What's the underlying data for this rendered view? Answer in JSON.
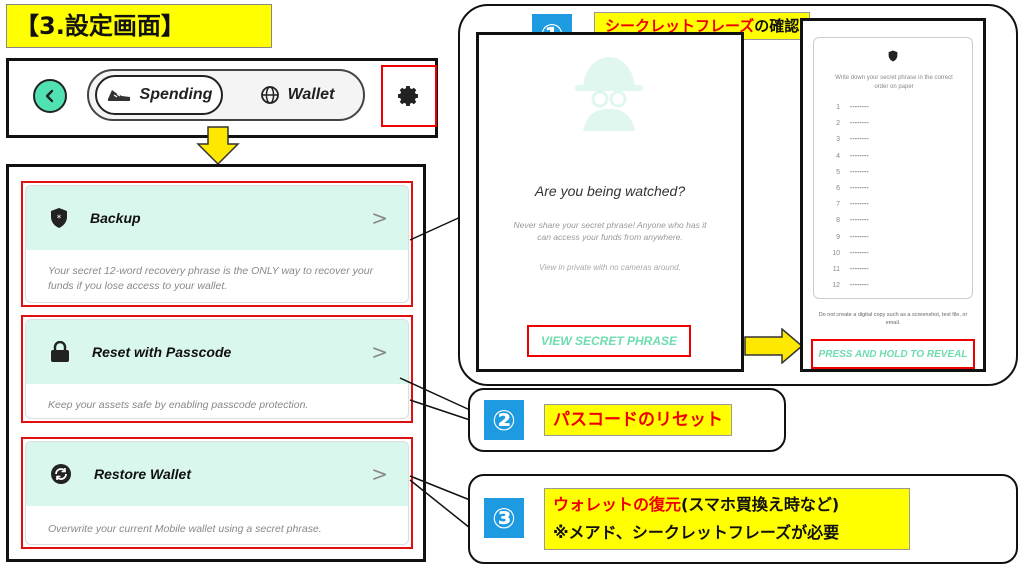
{
  "title": "【3.設定画面】",
  "topbar": {
    "back_icon": "chevron-left-icon",
    "spending_label": "Spending",
    "wallet_label": "Wallet",
    "gear_icon": "gear-icon"
  },
  "settings": [
    {
      "label": "Backup",
      "icon": "shield-icon",
      "description": "Your secret 12-word recovery phrase is the ONLY way to recover your funds if you lose access to your wallet."
    },
    {
      "label": "Reset with Passcode",
      "icon": "lock-icon",
      "description": "Keep your assets safe by enabling passcode protection."
    },
    {
      "label": "Restore Wallet",
      "icon": "refresh-icon",
      "description": "Overwrite your current  Mobile wallet using a secret phrase."
    }
  ],
  "callout1": {
    "number": "①",
    "label_red": "シークレットフレーズ",
    "label_black": "の確認",
    "screen1": {
      "heading": "Are you being watched?",
      "warning": "Never share your secret phrase! Anyone who has it can access your funds from anywhere.",
      "hint": "View in private with no cameras around.",
      "button": "VIEW SECRET PHRASE"
    },
    "screen2": {
      "instruction": "Write down your secret phrase in the correct order on paper",
      "rows": [
        "1",
        "2",
        "3",
        "4",
        "5",
        "6",
        "7",
        "8",
        "9",
        "10",
        "11",
        "12"
      ],
      "placeholder": "--------",
      "footer": "Do not create a digital copy such as a screenshot, text file, or email.",
      "button": "PRESS AND HOLD TO REVEAL"
    }
  },
  "callout2": {
    "number": "②",
    "label": "パスコードのリセット"
  },
  "callout3": {
    "number": "③",
    "label_red": "ウォレットの復元",
    "label_black": "(スマホ買換え時など)",
    "line2": "※メアド、シークレットフレーズが必要"
  },
  "colors": {
    "accent_mint": "#d9f7ec",
    "highlight": "#ffff00",
    "badge": "#1e9be0",
    "frame_red": "#e01010"
  }
}
